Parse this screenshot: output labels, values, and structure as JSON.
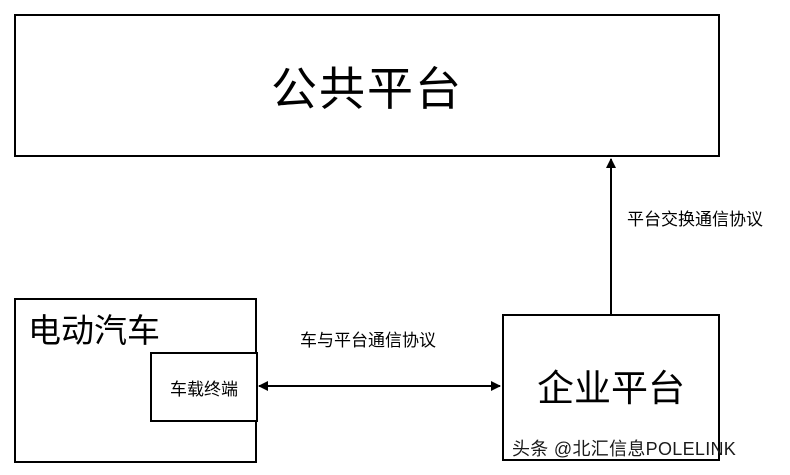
{
  "nodes": {
    "public_platform": "公共平台",
    "electric_vehicle": "电动汽车",
    "vehicle_terminal": "车载终端",
    "enterprise_platform": "企业平台"
  },
  "edges": {
    "vehicle_to_platform": "车与平台通信协议",
    "platform_exchange": "平台交换通信协议"
  },
  "watermark": "头条 @北汇信息POLELINK"
}
